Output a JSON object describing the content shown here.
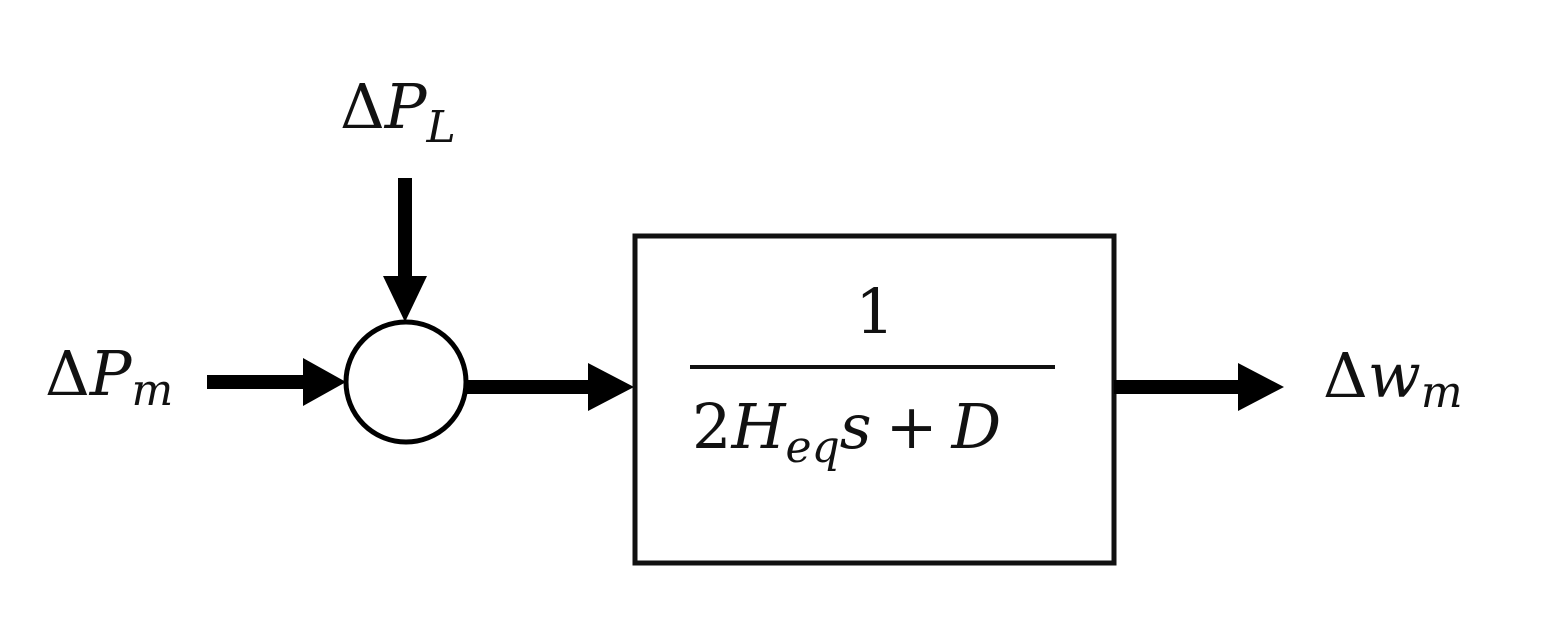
{
  "diagram": {
    "input_label": {
      "delta": "Δ",
      "symbol": "P",
      "subscript": "m"
    },
    "disturbance_label": {
      "delta": "Δ",
      "symbol": "P",
      "subscript": "L"
    },
    "output_label": {
      "delta": "Δ",
      "symbol": "w",
      "subscript": "m"
    },
    "transfer_function": {
      "numerator": "1",
      "denominator_coeff": "2",
      "denominator_symbol": "H",
      "denominator_subscript": "eq",
      "denominator_variable": "s",
      "denominator_operator": "+",
      "denominator_constant": "D"
    }
  }
}
